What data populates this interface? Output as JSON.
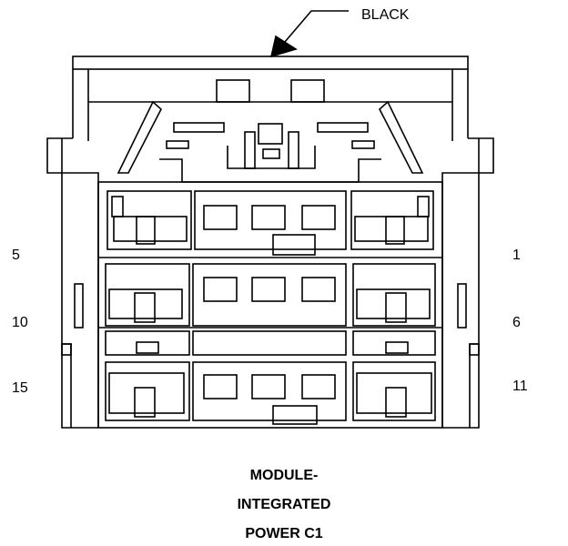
{
  "callout": {
    "color_label": "BLACK"
  },
  "pin_labels": {
    "left_top": "5",
    "left_middle": "10",
    "left_bottom": "15",
    "right_top": "1",
    "right_middle": "6",
    "right_bottom": "11"
  },
  "caption": {
    "line1": "MODULE-",
    "line2": "INTEGRATED",
    "line3": "POWER C1"
  },
  "colors": {
    "stroke": "#000000",
    "background": "#ffffff"
  }
}
